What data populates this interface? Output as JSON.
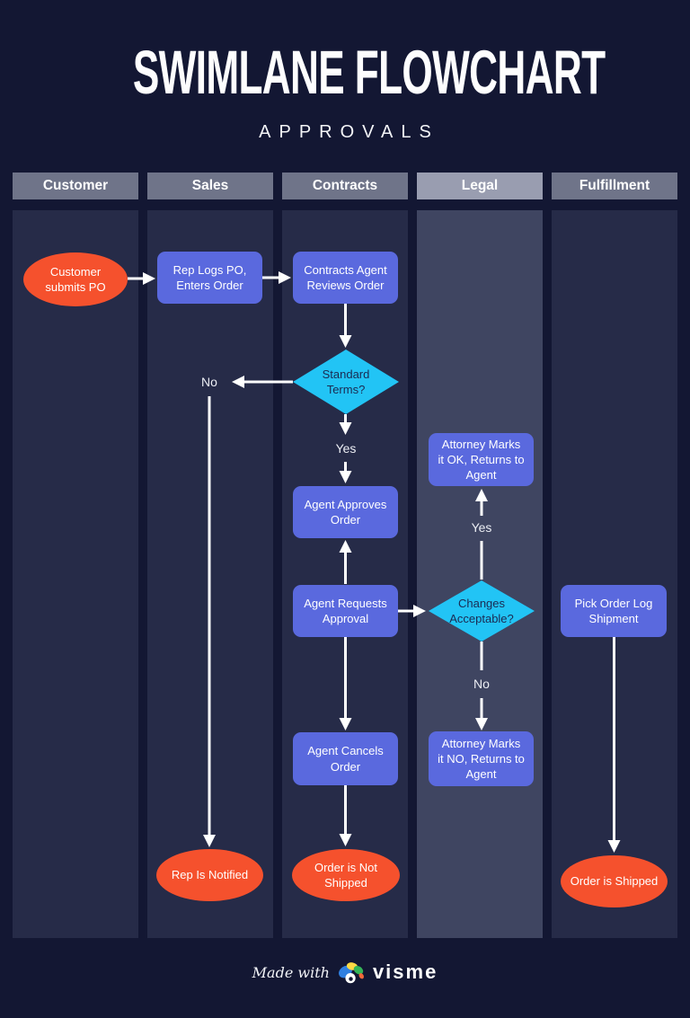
{
  "title": {
    "main": "SWIMLANE FLOWCHART",
    "subtitle": "APPROVALS"
  },
  "lanes": [
    {
      "label": "Customer",
      "highlighted": false
    },
    {
      "label": "Sales",
      "highlighted": false
    },
    {
      "label": "Contracts",
      "highlighted": false
    },
    {
      "label": "Legal",
      "highlighted": true
    },
    {
      "label": "Fulfillment",
      "highlighted": false
    }
  ],
  "nodes": {
    "customer_submits_po": {
      "label": "Customer submits PO",
      "type": "terminator",
      "lane": "Customer"
    },
    "rep_logs_po": {
      "label": "Rep Logs PO, Enters Order",
      "type": "process",
      "lane": "Sales"
    },
    "contracts_agent_reviews": {
      "label": "Contracts Agent Reviews Order",
      "type": "process",
      "lane": "Contracts"
    },
    "standard_terms": {
      "label": "Standard Terms?",
      "type": "decision",
      "lane": "Contracts"
    },
    "agent_approves_order": {
      "label": "Agent Approves Order",
      "type": "process",
      "lane": "Contracts"
    },
    "agent_requests_approval": {
      "label": "Agent Requests Approval",
      "type": "process",
      "lane": "Contracts"
    },
    "agent_cancels_order": {
      "label": "Agent Cancels Order",
      "type": "process",
      "lane": "Contracts"
    },
    "changes_acceptable": {
      "label": "Changes Acceptable?",
      "type": "decision",
      "lane": "Legal"
    },
    "attorney_marks_ok": {
      "label": "Attorney Marks it OK, Returns to Agent",
      "type": "process",
      "lane": "Legal"
    },
    "attorney_marks_no": {
      "label": "Attorney Marks it NO, Returns to Agent",
      "type": "process",
      "lane": "Legal"
    },
    "pick_order_log_shipment": {
      "label": "Pick Order Log Shipment",
      "type": "process",
      "lane": "Fulfillment"
    },
    "rep_is_notified": {
      "label": "Rep Is Notified",
      "type": "terminator",
      "lane": "Sales"
    },
    "order_is_not_shipped": {
      "label": "Order is Not Shipped",
      "type": "terminator",
      "lane": "Contracts"
    },
    "order_is_shipped": {
      "label": "Order is Shipped",
      "type": "terminator",
      "lane": "Fulfillment"
    }
  },
  "edge_labels": {
    "standard_terms_no": "No",
    "standard_terms_yes": "Yes",
    "changes_acceptable_yes": "Yes",
    "changes_acceptable_no": "No"
  },
  "edges": [
    {
      "from": "customer_submits_po",
      "to": "rep_logs_po",
      "label": ""
    },
    {
      "from": "rep_logs_po",
      "to": "contracts_agent_reviews",
      "label": ""
    },
    {
      "from": "contracts_agent_reviews",
      "to": "standard_terms",
      "label": ""
    },
    {
      "from": "standard_terms",
      "to": "rep_is_notified",
      "label": "No"
    },
    {
      "from": "standard_terms",
      "to": "agent_approves_order",
      "label": "Yes"
    },
    {
      "from": "agent_requests_approval",
      "to": "agent_approves_order",
      "label": ""
    },
    {
      "from": "agent_requests_approval",
      "to": "changes_acceptable",
      "label": ""
    },
    {
      "from": "changes_acceptable",
      "to": "attorney_marks_ok",
      "label": "Yes"
    },
    {
      "from": "changes_acceptable",
      "to": "attorney_marks_no",
      "label": "No"
    },
    {
      "from": "agent_requests_approval",
      "to": "agent_cancels_order",
      "label": ""
    },
    {
      "from": "agent_cancels_order",
      "to": "order_is_not_shipped",
      "label": ""
    },
    {
      "from": "pick_order_log_shipment",
      "to": "order_is_shipped",
      "label": ""
    }
  ],
  "footer": {
    "made_with": "Made with",
    "brand": "visme"
  },
  "colors": {
    "background": "#131733",
    "lane": "#262b48",
    "lane_highlight": "#3f4561",
    "lane_header": "#6f7489",
    "lane_header_highlight": "#999db0",
    "process_fill": "#5a69de",
    "decision_fill": "#22c4f5",
    "decision_text": "#1b2a52",
    "terminator_fill": "#f5512d",
    "arrow": "#ffffff",
    "title_text": "#fdfdfe"
  }
}
